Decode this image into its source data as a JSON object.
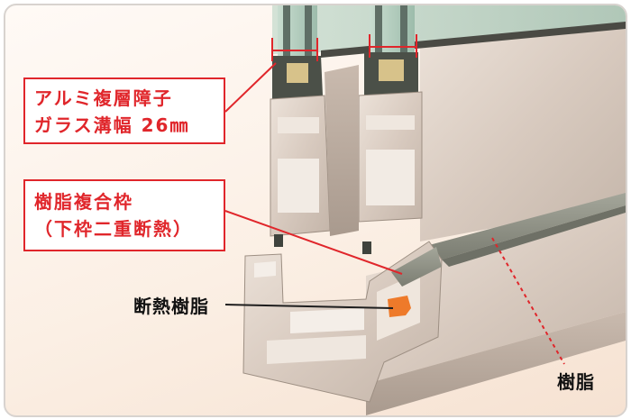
{
  "callout_glass": {
    "line1": "アルミ複層障子",
    "line2": "ガラス溝幅 26㎜"
  },
  "callout_frame": {
    "line1": "樹脂複合枠",
    "line2": "（下枠二重断熱）"
  },
  "label_thermal_resin": "断熱樹脂",
  "label_resin": "樹脂",
  "colors": {
    "callout_red": "#e0262b",
    "frame_metal": "#d9cbc0",
    "resin_gray": "#8d8f84",
    "thermal_orange": "#ee7a2a",
    "glass_green": "#a6c3b3"
  }
}
